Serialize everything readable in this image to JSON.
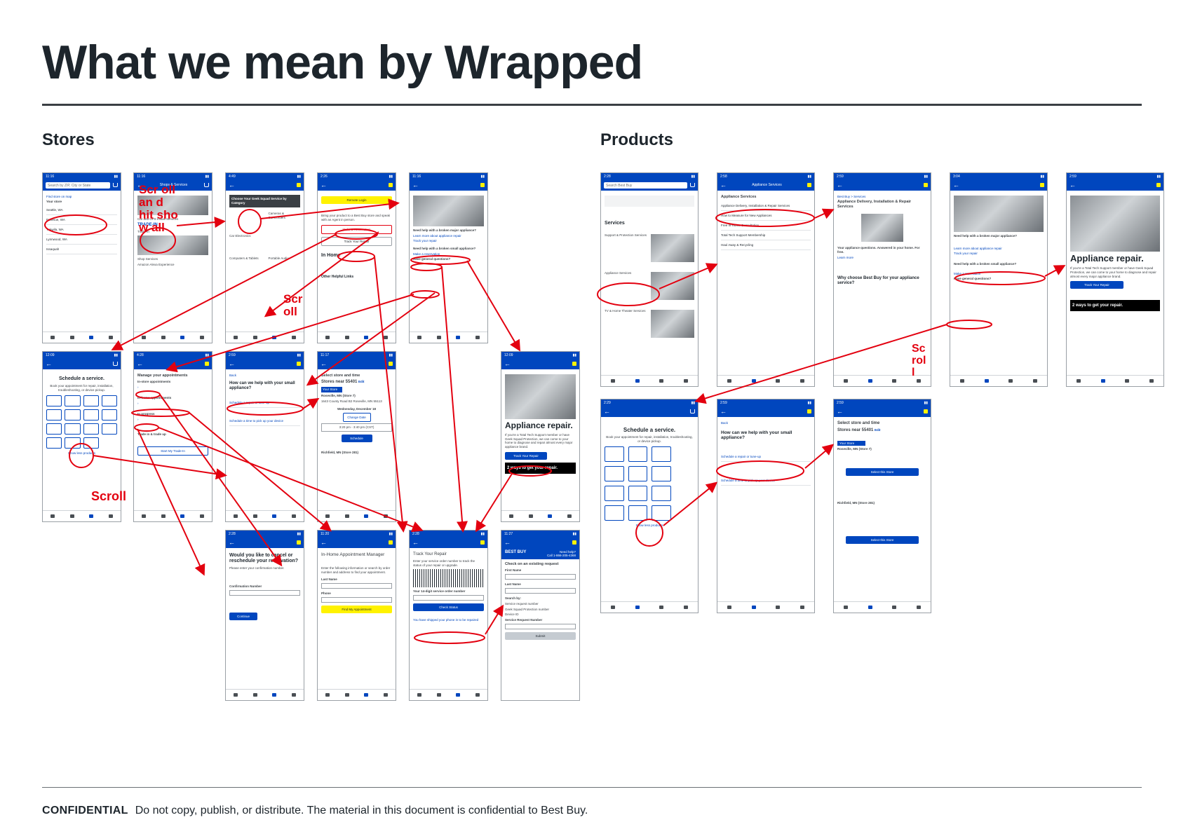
{
  "title": "What we mean by Wrapped",
  "sections": {
    "stores": "Stores",
    "products": "Products"
  },
  "footer": {
    "label": "CONFIDENTIAL",
    "text": "Do not copy, publish, or distribute. The material in this document is confidential to Best Buy."
  },
  "annotation_labels": {
    "scroll_and_hit_show_all": "Scr oll an d hit sho w all",
    "scroll": "Scroll",
    "scroll_short": "Scr oll",
    "scroll_products": "Sc rol l"
  },
  "colors": {
    "accent_blue": "#0046be",
    "annotation_red": "#e3000f",
    "tag_yellow": "#fff200"
  },
  "screens": {
    "s1": {
      "time": "11:16",
      "search": "Search by ZIP, City or State",
      "link": "Find store on map",
      "h": "Your store",
      "rows": [
        "Seattle, WA",
        "Bellevue, WA",
        "Tukwila, WA",
        "Lynnwood, WA",
        "Issaquah"
      ]
    },
    "s2": {
      "time": "11:16",
      "title": "Shops & Services",
      "items": [
        "Car and GPS Install Services",
        "Trade-In",
        "Shop Services",
        "Amazon Alexa Experience"
      ],
      "badge": "TRADE-IN"
    },
    "s3": {
      "time": "4:49",
      "h": "Choose Your Geek Squad Service by Category",
      "items": [
        "Cameras & Camcorders",
        "Car Electronics",
        "Computers & Tablets",
        "Portable Audio"
      ]
    },
    "s4": {
      "time": "2:26",
      "btn": "Remote Login",
      "t": "Bring your product to a Best Buy store and speak with an Agent in person.",
      "l1": "Make a Reservation",
      "l2": "Track Your Repair",
      "h": "In Home",
      "h2": "Other Helpful Links"
    },
    "s5": {
      "time": "11:16",
      "h": "Need help with a broken major appliance?",
      "l1": "Learn more about appliance repair",
      "l2": "Track your repair",
      "h2": "Need help with a broken small appliance?",
      "l3": "Make a reservation",
      "h3": "Have general questions?"
    },
    "s6": {
      "time": "12:09",
      "h": "Schedule a service.",
      "t": "Book your appointment for repair, installation, troubleshooting, or device pickup.",
      "l": "Show less products"
    },
    "s7": {
      "time": "4:28",
      "h": "Manage your appointments",
      "a": "In-store appointments",
      "b": "In-home appointments",
      "c": "In progress",
      "d": "Trade in & trade up",
      "btn": "Start My Trade-In"
    },
    "s8": {
      "time": "2:59",
      "back": "Back",
      "h": "How can we help with your small appliance?",
      "o1": "Schedule a repair or tune-up",
      "o2": "Schedule a time to pick up your device"
    },
    "s9": {
      "time": "11:17",
      "h": "Select store and time",
      "h2": "Stores near 55401",
      "edit": "Edit",
      "tag": "Your Store",
      "store": "Roseville, MN (Store 7)",
      "addr": "1643 County Road B2 Roseville, MN 55113",
      "day": "Wednesday, December 18",
      "btn1": "Change Date",
      "slot": "3:20 pm - 3:40 pm (CST)",
      "btn2": "Schedule",
      "store2": "Richfield, MN (Store 281)"
    },
    "s10": {
      "time": "12:09",
      "h": "Appliance repair.",
      "t": "If you're a Total Tech Support member or have Geek Squad Protection, we can come to your home to diagnose and repair almost every major appliance brand.",
      "btn": "Track Your Repair",
      "black": "2 ways to get your repair."
    },
    "s11": {
      "time": "2:28",
      "h": "Would you like to cancel or reschedule your reservation?",
      "t": "Please enter your confirmation number.",
      "f": "Confirmation Number",
      "btn": "Continue"
    },
    "s12": {
      "time": "11:20",
      "h": "In-Home Appointment Manager",
      "t": "Enter the following information or search by order number and address to find your appointment.",
      "f1": "Last Name",
      "f2": "Phone",
      "btn": "Find My Appointment"
    },
    "s13": {
      "time": "2:28",
      "h": "Track Your Repair",
      "t": "Enter your service order number to track the status of your repair or upgrade.",
      "f": "Your 14-digit service order number",
      "btn": "Check Status",
      "l": "You have shipped your phone in to be repaired"
    },
    "s14": {
      "time": "11:27",
      "help": "Need help?",
      "phone": "Call 1-866-205-4368",
      "h": "Check on an existing request",
      "f1": "First Name",
      "f2": "Last Name",
      "f3": "Search by:",
      "o1": "Service request number",
      "o2": "Geek Squad Protection number",
      "o3": "Device ID",
      "f4": "Service Request Number",
      "btn": "Submit"
    },
    "p1": {
      "time": "2:28",
      "search": "Search Best Buy",
      "h": "Services",
      "items": [
        "Support & Protection Services",
        "Appliance Services",
        "TV & Home Theater Services"
      ]
    },
    "p2": {
      "time": "2:58",
      "title": "Appliance Services",
      "h": "Appliance Services",
      "items": [
        "Appliance Delivery, Installation & Repair Services",
        "How to Measure for New Appliances",
        "Free In-Home Consultation",
        "Total Tech Support Membership",
        "Haul Away & Recycling"
      ]
    },
    "p3": {
      "time": "2:59",
      "crumb": "Best Buy > Services",
      "h": "Appliance Delivery, Installation & Repair Services",
      "t": "Your appliance questions. Answered in your home. For free.",
      "l": "Learn more",
      "h2": "Why choose Best Buy for your appliance service?"
    },
    "p4": {
      "time": "3:04",
      "h": "Need help with a broken major appliance?",
      "l1": "Learn more about appliance repair",
      "l2": "Track your repair",
      "h2": "Need help with a broken small appliance?",
      "l3": "Make a reservation",
      "h3": "Have general questions?"
    },
    "p5": {
      "time": "2:59",
      "h": "Appliance repair.",
      "t": "If you're a Total Tech Support member or have Geek Squad Protection, we can come to your home to diagnose and repair almost every major appliance brand.",
      "btn": "Track Your Repair",
      "black": "2 ways to get your repair."
    },
    "p6": {
      "time": "2:29",
      "h": "Schedule a service.",
      "t": "Book your appointment for repair, installation, troubleshooting, or device pickup.",
      "l": "Show less products"
    },
    "p7": {
      "time": "2:59",
      "back": "Back",
      "h": "How can we help with your small appliance?",
      "o1": "Schedule a repair or tune-up",
      "o2": "Schedule a time to pick up your device"
    },
    "p8": {
      "time": "2:59",
      "h": "Select store and time",
      "h2": "Stores near 55401",
      "edit": "Edit",
      "tag": "Your Store",
      "store": "Roseville, MN (Store 7)",
      "btn": "Select this Store",
      "store2": "Richfield, MN (Store 281)",
      "btn2": "Select this Store"
    }
  }
}
